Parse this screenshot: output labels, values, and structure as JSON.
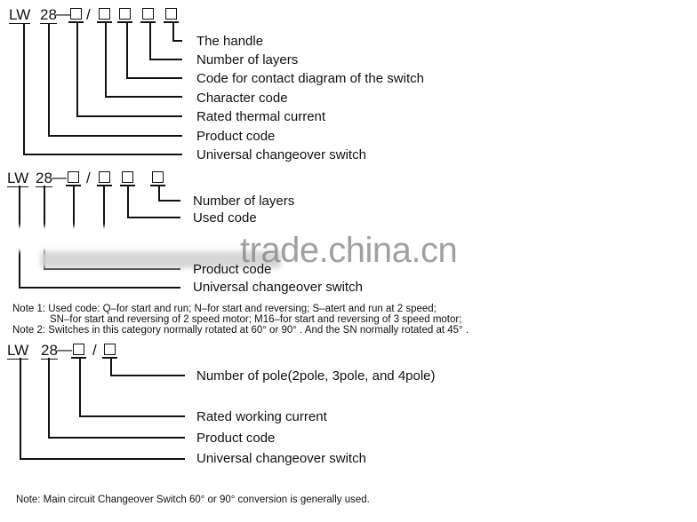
{
  "diagram1": {
    "code_parts": [
      "LW",
      "28"
    ],
    "dash": "—",
    "slash": "/",
    "labels": [
      "The handle",
      "Number of layers",
      "Code for contact diagram of the switch",
      "Character code",
      "Rated thermal current",
      "Product code",
      "Universal changeover switch"
    ]
  },
  "diagram2": {
    "code_parts": [
      "LW",
      "28"
    ],
    "dash": "—",
    "slash": "/",
    "labels": [
      "Number of layers",
      "Used code",
      "Product code",
      "Universal changeover switch"
    ]
  },
  "notes": {
    "note1_line1": "Note 1: Used code: Q–for start and run;  N–for start and reversing;  S–atert and run at 2 speed;",
    "note1_line2": "SN–for start and reversing of 2 speed motor;  M16–for start and reversing of 3 speed motor;",
    "note2": "Note 2: Switches in this category normally rotated at  60°   or 90°   . And the SN normally rotated at 45°   ."
  },
  "diagram3": {
    "code_parts": [
      "LW",
      "28"
    ],
    "dash": "—",
    "slash": "/",
    "labels": [
      "Number of pole(2pole, 3pole, and 4pole)",
      "Rated working current",
      "Product code",
      "Universal changeover switch"
    ]
  },
  "footer_note": "Note:  Main circuit Changeover Switch  60°  or 90°  conversion is generally used.",
  "watermark": "trade.china.cn",
  "colors": {
    "ink": "#111111",
    "background": "#ffffff",
    "watermark": "#8a8a8a"
  }
}
